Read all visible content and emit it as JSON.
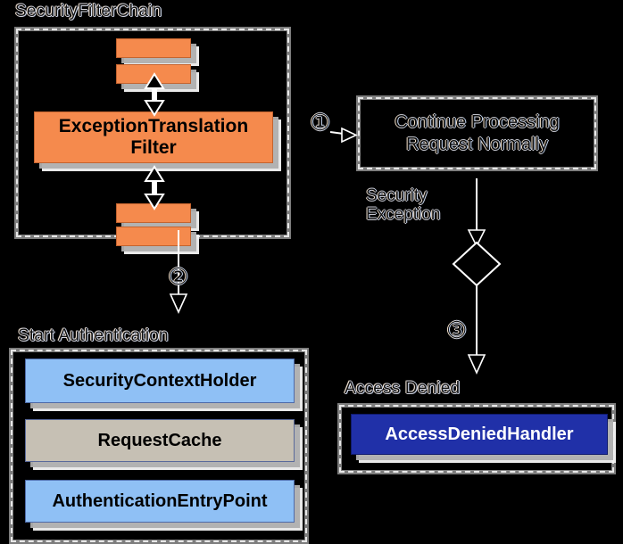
{
  "diagram": {
    "title": "ExceptionTranslationFilter flow",
    "background": "#000000",
    "colors": {
      "filter_orange": "#f58a4d",
      "light_blue": "#8fc0f5",
      "tan": "#c6c0b4",
      "dark_blue": "#2030a8",
      "container_border": "#7d7d7d",
      "dash_stroke": "#e8e8e8",
      "connector": "#ffffff"
    }
  },
  "groups": {
    "security_filter_chain": {
      "label": "SecurityFilterChain",
      "filters": [
        {
          "label": "",
          "name": "filter-above-1"
        },
        {
          "label": "",
          "name": "filter-above-2"
        },
        {
          "label": "ExceptionTranslation\nFilter",
          "name": "exception-translation-filter"
        },
        {
          "label": "",
          "name": "filter-below-1"
        },
        {
          "label": "",
          "name": "filter-below-2"
        }
      ]
    },
    "start_authentication": {
      "label": "Start Authentication",
      "items": [
        {
          "label": "SecurityContextHolder",
          "style": "lightblue"
        },
        {
          "label": "RequestCache",
          "style": "tan"
        },
        {
          "label": "AuthenticationEntryPoint",
          "style": "lightblue"
        }
      ]
    },
    "access_denied": {
      "label": "Access Denied",
      "items": [
        {
          "label": "AccessDeniedHandler",
          "style": "darkblue"
        }
      ]
    }
  },
  "nodes": {
    "continue_processing": {
      "label": "Continue Processing\nRequest Normally"
    }
  },
  "edges": {
    "security_exception_label": "Security\nException"
  },
  "steps": {
    "one": "①",
    "two": "②",
    "three": "③"
  }
}
